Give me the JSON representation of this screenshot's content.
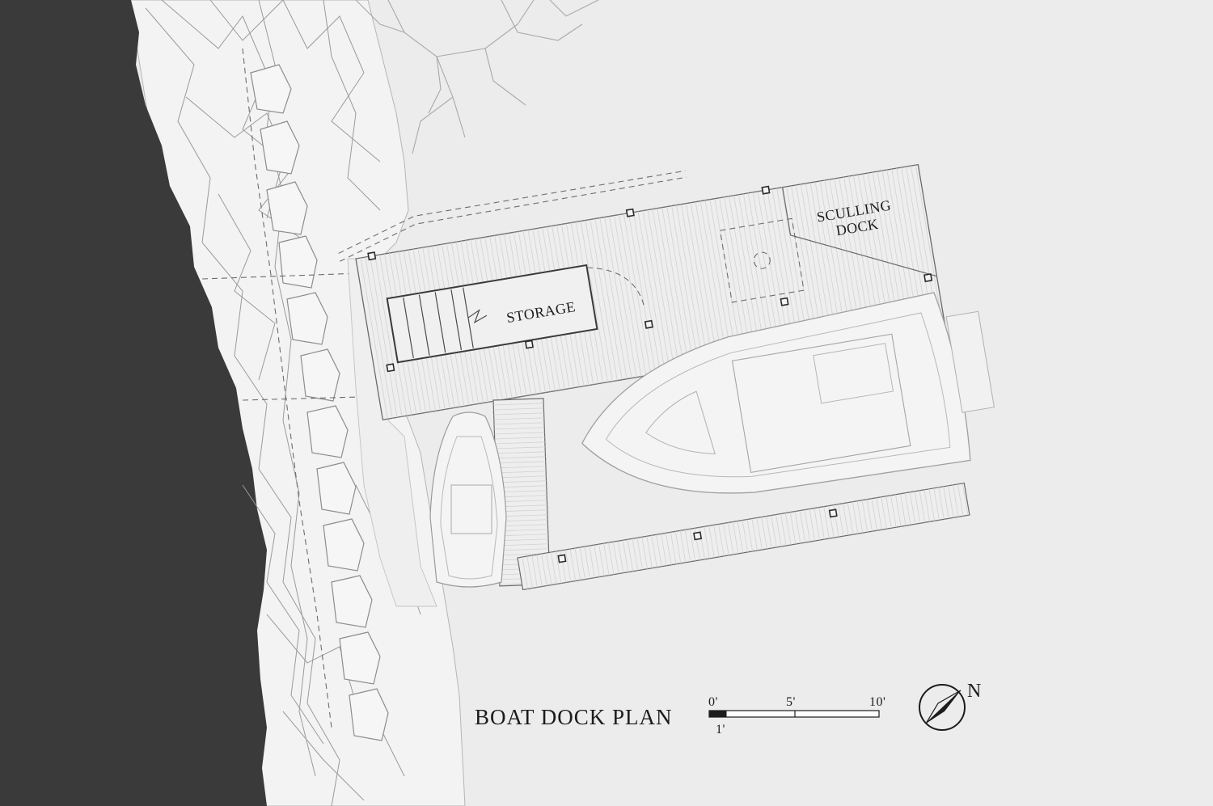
{
  "drawing": {
    "title": "BOAT DOCK PLAN",
    "rooms": {
      "storage": "STORAGE",
      "sculling_line1": "SCULLING",
      "sculling_line2": "DOCK"
    },
    "scale_bar": {
      "label_0": "0'",
      "label_1": "1'",
      "label_5": "5'",
      "label_10": "10'"
    },
    "north": "N"
  },
  "colors": {
    "water": "#3a3a3a",
    "paper": "#ececec",
    "shore": "#f2f2f2",
    "deck": "#eeeeee",
    "ink": "#1c1c1c"
  },
  "icons": [
    "north-arrow-icon",
    "scale-bar-icon"
  ]
}
